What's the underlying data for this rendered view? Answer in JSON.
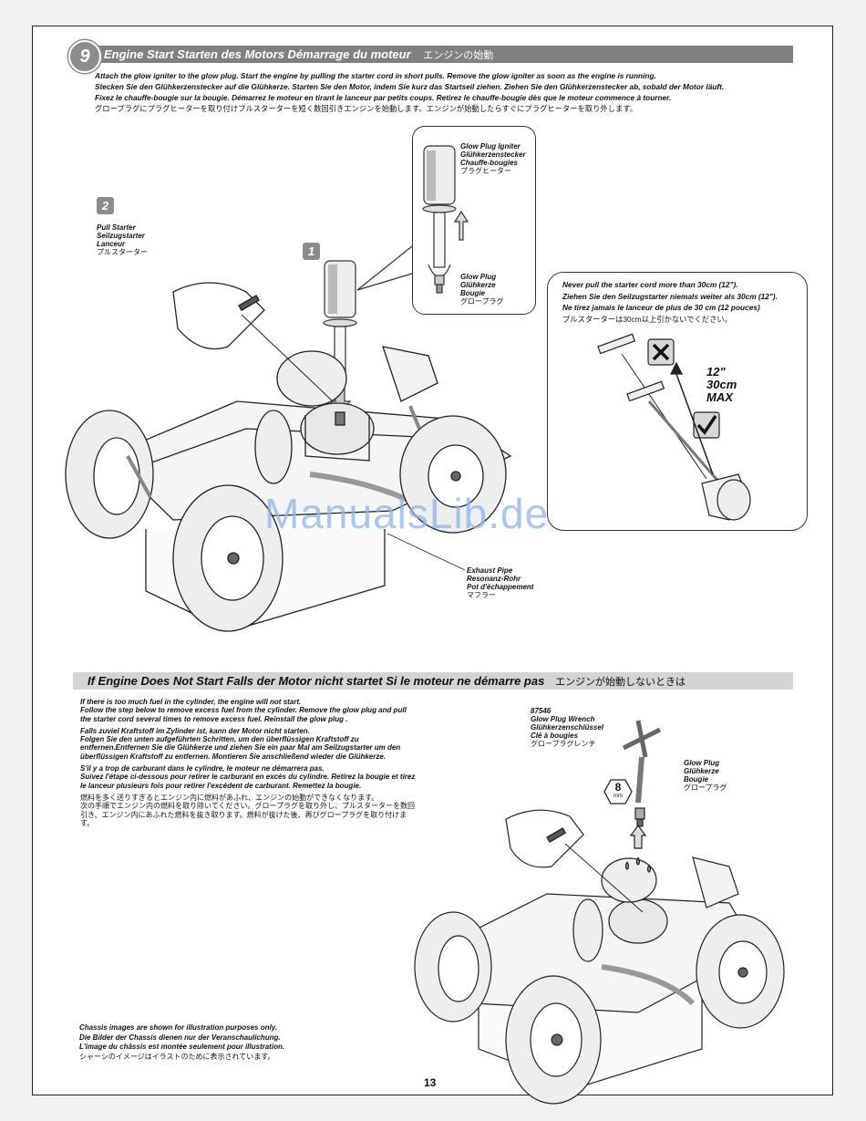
{
  "section1": {
    "number": "9",
    "title": "Engine Start    Starten des Motors    Démarrage du moteur",
    "title_jp": "エンジンの始動",
    "intro": [
      "Attach the glow igniter to the glow plug. Start the engine by pulling the starter cord in short pulls. Remove the glow igniter as soon as the engine is running.",
      "Stecken Sie den Glühkerzenstecker auf die Glühkerze. Starten Sie den Motor, indem Sie kurz das Startseil ziehen. Ziehen Sie den Glühkerzenstecker ab, sobald der Motor läuft.",
      "Fixez le chauffe-bougie sur la bougie. Démarrez le moteur en tirant le lanceur par petits coups. Retirez le chauffe-bougie dès que le moteur commence à tourner.",
      "グロープラグにプラグヒーターを取り付けプルスターターを短く数回引きエンジンを始動します。エンジンが始動したらすぐにプラグヒーターを取り外します。"
    ]
  },
  "labels": {
    "step1": "1",
    "step2": "2",
    "pull_starter": [
      "Pull Starter",
      "Seilzugstarter",
      "Lanceur",
      "プルスターター"
    ],
    "glow_igniter": [
      "Glow Plug Igniter",
      "Glühkerzenstecker",
      "Chauffe-bougies",
      "プラグヒーター"
    ],
    "glow_plug": [
      "Glow Plug",
      "Glühkerze",
      "Bougie",
      "グロープラグ"
    ],
    "exhaust": [
      "Exhaust Pipe",
      "Resonanz-Rohr",
      "Pot d'échappement",
      "マフラー"
    ]
  },
  "warning": {
    "lines": [
      "Never pull the starter cord more than 30cm (12\").",
      "Ziehen Sie den Seilzugstarter niemals weiter als 30cm (12\").",
      "Ne tirez jamais le lanceur de plus de 30 cm (12 pouces)",
      "プルスターターは30cm以上引かないでください。"
    ],
    "max_lines": [
      "12\"",
      "30cm",
      "MAX"
    ]
  },
  "watermark": "ManualsLib.de",
  "section2": {
    "title": "If Engine Does Not Start    Falls der Motor nicht startet    Si le moteur ne démarre pas",
    "title_jp": "エンジンが始動しないときは",
    "paragraphs": [
      [
        "If there is too much fuel in the cylinder, the engine will not start.",
        "Follow the step below to remove excess fuel from the cylinder. Remove the glow plug and pull the starter cord several times to remove excess fuel. Reinstall the glow plug ."
      ],
      [
        "Falls zuviel Kraftstoff im Zylinder ist, kann der Motor nicht starten.",
        "Folgen Sie den unten aufgeführten Schritten, um den überflüssigen Kraftstoff zu entfernen.Entfernen Sie die Glühkerze und ziehen Sie ein paar Mal am Seilzugstarter um den überflüssigen Kraftstoff zu entfernen. Montieren Sie anschließend wieder die Glühkerze."
      ],
      [
        "S'il y a trop de carburant dans le cylindre, le moteur ne démarrera pas.",
        "Suivez l'étape ci-dessous pour retirer le carburant en excès du cylindre. Retirez la bougie et tirez le lanceur plusieurs fois pour retirer l'excédent de carburant. Remettez la bougie."
      ],
      [
        "燃料を多く送りすぎるとエンジン内に燃料があふれ、エンジンの始動ができなくなります。",
        "次の手順でエンジン内の燃料を取り除いてください。グロープラグを取り外し、プルスターターを数回引き、エンジン内にあふれた燃料を抜き取ります。燃料が抜けた後、再びグロープラグを取り付けます。"
      ]
    ],
    "wrench": [
      "87546",
      "Glow Plug Wrench",
      "Glühkerzenschlüssel",
      "Clé à bougies",
      "グロープラグレンチ"
    ],
    "wrench_size": "8",
    "wrench_unit": "mm",
    "glow_plug": [
      "Glow Plug",
      "Glühkerze",
      "Bougie",
      "グロープラグ"
    ]
  },
  "footnote": [
    "Chassis images are shown for illustration purposes only.",
    "Die Bilder der Chassis dienen nur der Veranschaulichung.",
    "L'image du châssis est montée seulement pour illustration.",
    "シャーシのイメージはイラストのために表示されています。"
  ],
  "page_number": "13"
}
